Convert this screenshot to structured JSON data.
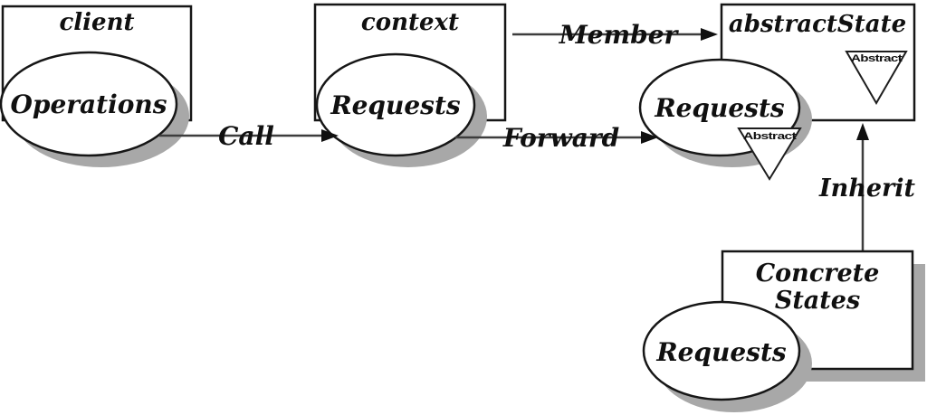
{
  "diagram": {
    "type": "uml-state-pattern-diagram",
    "background_color": "#ffffff",
    "line_color": "#3d3d3d",
    "shape_stroke_color": "#161616",
    "shadow_color": "#a8a8a8",
    "nodes": {
      "client": {
        "title": "client",
        "ellipse_label": "Operations"
      },
      "context": {
        "title": "context",
        "ellipse_label": "Requests"
      },
      "abstract_state": {
        "title": "abstractState",
        "ellipse_label": "Requests"
      },
      "concrete_states": {
        "title_line1": "Concrete",
        "title_line2": "States",
        "ellipse_label": "Requests"
      }
    },
    "edges": {
      "call": {
        "label": "Call"
      },
      "member": {
        "label": "Member"
      },
      "forward": {
        "label": "Forward"
      },
      "inherit": {
        "label": "Inherit"
      }
    },
    "markers": {
      "abstract_box_triangle_label": "Abstract",
      "abstract_ellipse_triangle_label": "Abstract"
    }
  }
}
